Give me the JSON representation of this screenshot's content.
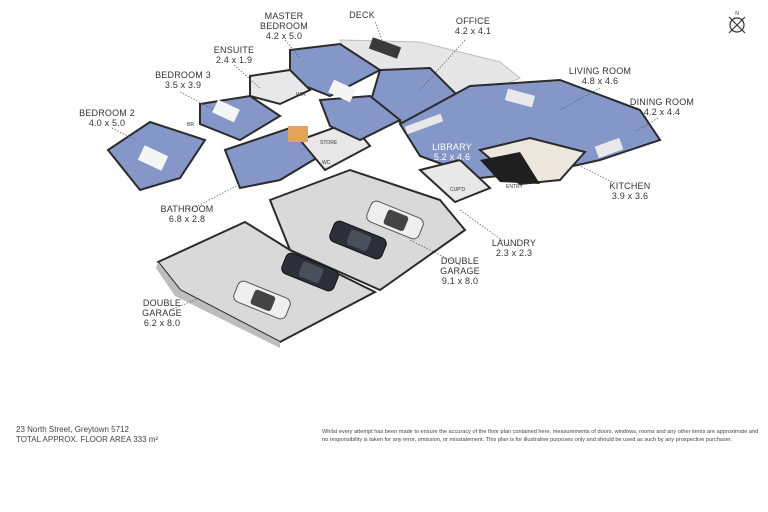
{
  "rooms": {
    "deck": {
      "name": "DECK"
    },
    "master": {
      "name1": "MASTER",
      "name2": "BEDROOM",
      "dim": "4.2 x 5.0"
    },
    "office": {
      "name": "OFFICE",
      "dim": "4.2 x 4.1"
    },
    "ensuite": {
      "name": "ENSUITE",
      "dim": "2.4 x 1.9"
    },
    "bedroom3": {
      "name": "BEDROOM 3",
      "dim": "3.5 x 3.9"
    },
    "living": {
      "name": "LIVING ROOM",
      "dim": "4.8 x 4.6"
    },
    "dining": {
      "name": "DINING ROOM",
      "dim": "4.2 x 4.4"
    },
    "bedroom2": {
      "name": "BEDROOM 2",
      "dim": "4.0 x 5.0"
    },
    "library": {
      "name": "LIBRARY",
      "dim": "5.2 x 4.6"
    },
    "kitchen": {
      "name": "KITCHEN",
      "dim": "3.9 x 3.6"
    },
    "bathroom": {
      "name": "BATHROOM",
      "dim": "6.8 x 2.8"
    },
    "laundry": {
      "name": "LAUNDRY",
      "dim": "2.3 x 2.3"
    },
    "garage2": {
      "name1": "DOUBLE",
      "name2": "GARAGE",
      "dim": "9.1 x 8.0"
    },
    "garage1": {
      "name1": "DOUBLE",
      "name2": "GARAGE",
      "dim": "6.2 x 8.0"
    }
  },
  "small_labels": {
    "wir": "WIR",
    "store": "STORE",
    "wc": "WC",
    "cupd": "CUP'D",
    "entry": "ENTRY",
    "br": "BR"
  },
  "footer": {
    "address": "23 North Street, Greytown 5712",
    "area": "TOTAL APPROX. FLOOR AREA 333 m²",
    "disclaimer": "Whilst every attempt has been made to ensure the accuracy of the floor plan contained here, measurements of doors, windows, rooms and any other items are approximate and no responsibility is taken for any error, omission, or misstatement. This plan is for illustrative purposes only and should be used as such by any prospective purchaser."
  },
  "colors": {
    "floor": "#8597c9",
    "garage_floor": "#d9d9d9",
    "wall": "#f2f2f2",
    "wall_dark": "#2b2b2b",
    "tile": "#e8e8e8"
  },
  "icons": {
    "compass": "compass-icon"
  }
}
